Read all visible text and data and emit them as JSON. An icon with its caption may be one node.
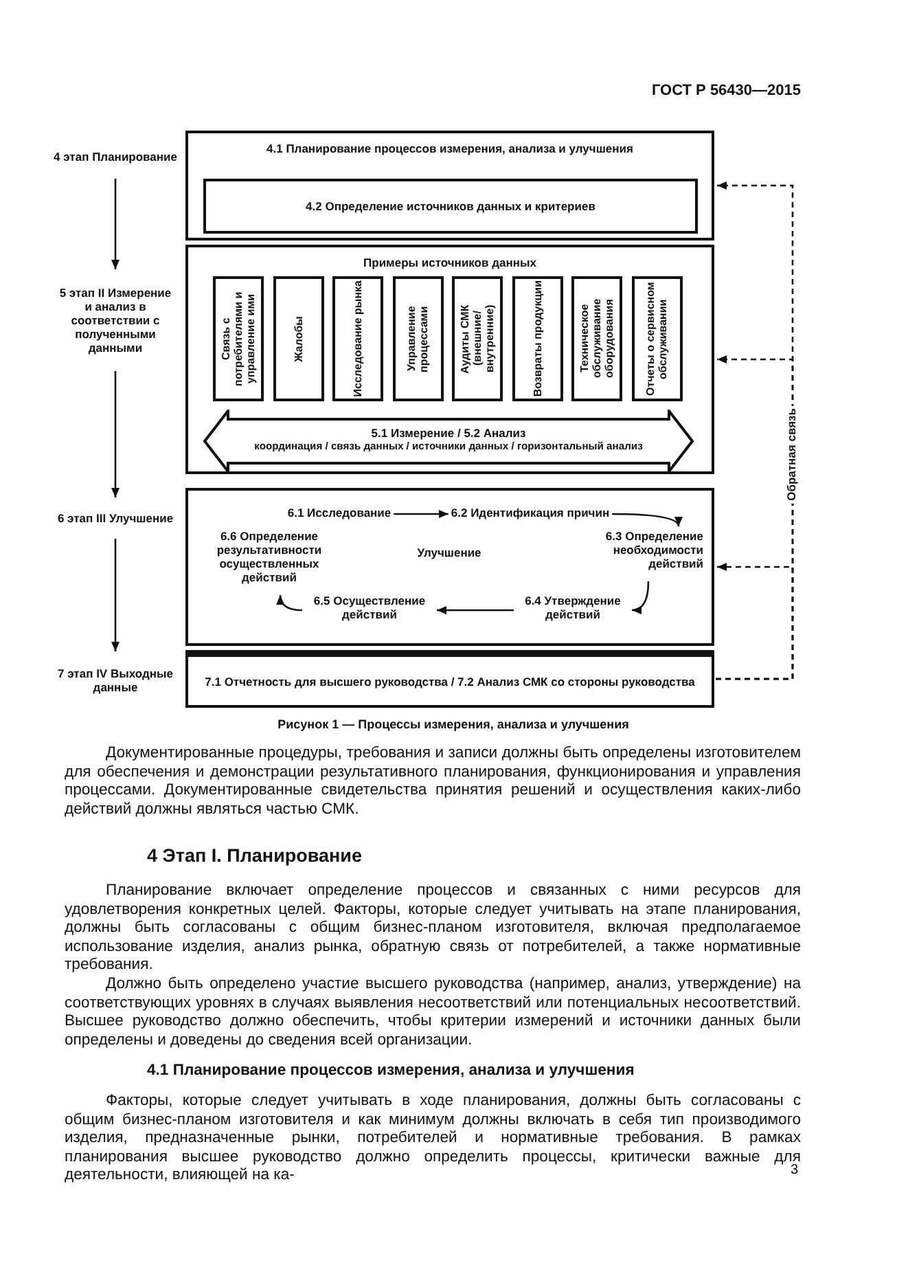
{
  "diagram": {
    "caption": "Рисунок 1 — Процессы измерения, анализа и улучшения",
    "nodes": [
      {
        "text": [
          "4 этап Планирование"
        ]
      },
      {
        "text": [
          "5 этап II Измерение и анализ в соответствии с полученными данными"
        ]
      },
      {
        "text": [
          "6 этап III Улучшение"
        ]
      },
      {
        "text": [
          "7 этап IV Выходные данные"
        ]
      },
      {
        "text": [
          "4.1 Планирование процессов измерения, анализа и улучшения"
        ]
      },
      {
        "text": [
          "4.2 Определение источников данных и критериев"
        ],
        "in": 4
      },
      {
        "text": [
          "Примеры источников данных"
        ]
      },
      {
        "text": [
          "Связь с потребителями и управление ими"
        ],
        "in": 6
      },
      {
        "text": [
          "Жалобы"
        ],
        "in": 6
      },
      {
        "text": [
          "Исследование рынка"
        ],
        "in": 6
      },
      {
        "text": [
          "Управление процессами"
        ],
        "in": 6
      },
      {
        "text": [
          "Аудиты СМК (внешние/ внутренние)"
        ],
        "in": 6
      },
      {
        "text": [
          "Возвраты продукции"
        ],
        "in": 6
      },
      {
        "text": [
          "Техническое обслуживание оборудования"
        ],
        "in": 6
      },
      {
        "text": [
          "Отчеты о сервисном обслуживании"
        ],
        "in": 6
      },
      {
        "text": [
          "5.1 Измерение / 5.2 Анализ",
          "координация / связь данных / источники данных / горизонтальный анализ"
        ],
        "in": 6
      },
      {
        "text": [
          "Улучшение"
        ]
      },
      {
        "text": [
          "6.1 Исследование"
        ],
        "in": 16
      },
      {
        "text": [
          "6.2 Идентификация причин"
        ],
        "in": 16
      },
      {
        "text": [
          "6.3 Определение необходимости действий"
        ],
        "in": 16
      },
      {
        "text": [
          "6.4 Утверждение действий"
        ],
        "in": 16
      },
      {
        "text": [
          "6.5 Осуществление действий"
        ],
        "in": 16
      },
      {
        "text": [
          "6.6 Определение результативности осуществленных действий"
        ],
        "in": 16
      },
      {
        "text": [
          "7.1 Отчетность для высшего руководства / 7.2 Анализ СМК со стороны руководства"
        ]
      }
    ],
    "edges": [
      {
        "from": 0,
        "to": 1,
        "arrow": "to"
      },
      {
        "from": 1,
        "to": 2,
        "arrow": "to"
      },
      {
        "from": 2,
        "to": 3,
        "arrow": "to"
      },
      {
        "from": 17,
        "to": 18,
        "arrow": "to"
      },
      {
        "from": 18,
        "to": 19,
        "arrow": "to"
      },
      {
        "from": 19,
        "to": 20,
        "arrow": "to"
      },
      {
        "from": 20,
        "to": 21,
        "arrow": "to"
      },
      {
        "from": 21,
        "to": 22,
        "arrow": "to"
      },
      {
        "from": 23,
        "to": 4,
        "arrow": "to",
        "style": "dashed"
      },
      {
        "from": 23,
        "to": 6,
        "arrow": "to",
        "style": "dashed",
        "label": "Обратная связь"
      },
      {
        "from": 23,
        "to": 16,
        "arrow": "to",
        "style": "dashed"
      }
    ],
    "labels": [
      "ГОСТ Р 56430—2015",
      "Документированные процедуры, требования и записи должны быть определены изготовителем для обеспечения и демонстрации результативного планирования, функционирования и управления процессами. Документированные свидетельства принятия решений и осуществления каких-либо действий должны являться частью СМК.",
      "4 Этап I. Планирование",
      "Планирование включает определение процессов и связанных с ними ресурсов для удовлетворения конкретных целей. Факторы, которые следует учитывать на этапе планирования, должны быть согласованы с общим бизнес-планом изготовителя, включая предполагаемое использование изделия, анализ рынка, обратную связь от потребителей, а также нормативные требования.",
      "Должно быть определено участие высшего руководства (например, анализ, утверждение) на соответствующих уровнях в случаях выявления несоответствий или потенциальных несоответствий. Высшее руководство должно обеспечить, чтобы критерии измерений и источники данных были определены и доведены до сведения всей организации.",
      "4.1 Планирование процессов измерения, анализа и улучшения",
      "Факторы, которые следует учитывать в ходе планирования, должны быть согласованы с общим бизнес-планом изготовителя и как минимум должны включать в себя тип производимого изделия, предназначенные рынки, потребителей и нормативные требования. В рамках планирования высшее руководство должно определить процессы, критически важные для деятельности, влияющей на ка-",
      "3"
    ]
  }
}
